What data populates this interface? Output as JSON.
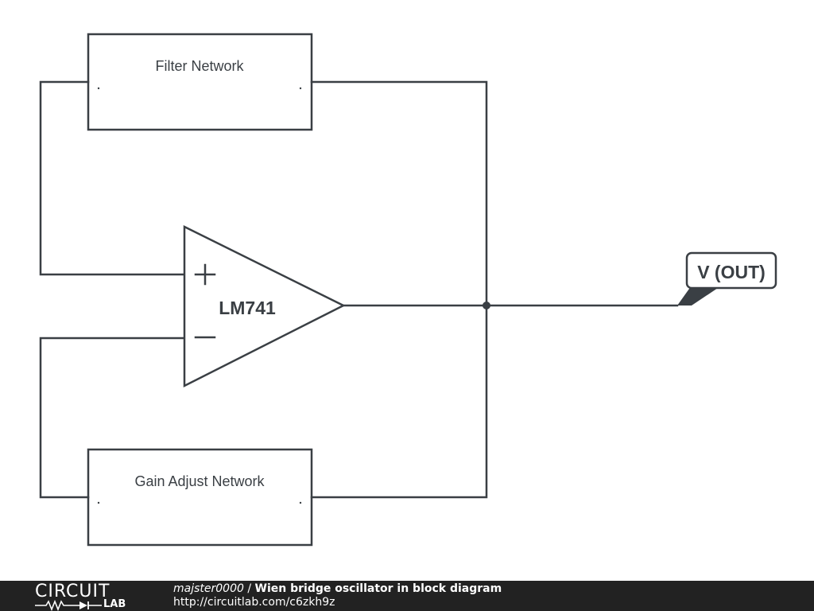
{
  "diagram": {
    "blocks": {
      "filter": {
        "label": "Filter Network"
      },
      "gain": {
        "label": "Gain Adjust Network"
      }
    },
    "opamp": {
      "label": "LM741",
      "plus": "+",
      "minus": "−"
    },
    "output": {
      "label": "V (OUT)"
    }
  },
  "footer": {
    "logo_top": "CIRCUIT",
    "logo_bottom": "LAB",
    "author": "majster0000",
    "separator": " / ",
    "title": "Wien bridge oscillator in block diagram",
    "url": "http://circuitlab.com/c6zkh9z"
  },
  "colors": {
    "line": "#3a3f44",
    "text": "#3a3f44",
    "footer_bg": "#222222",
    "footer_text": "#ffffff"
  }
}
